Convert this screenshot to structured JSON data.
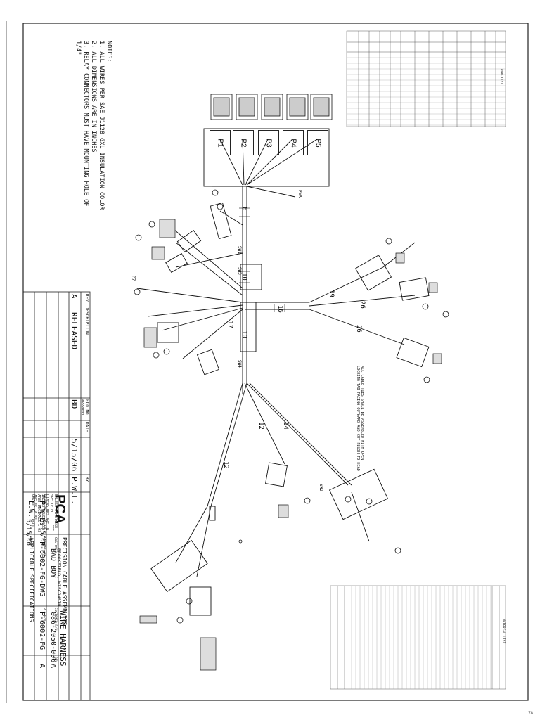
{
  "notes": {
    "heading": "NOTES:",
    "lines": [
      "1. ALL WIRES PER SAE J1128 GXL INSULATION COLOR",
      "2. ALL DIMENSIONS ARE IN INCHES",
      "3. RELAY CONNECTORS MUST HAVE MOUNTING HOLE OF",
      "1/4\""
    ]
  },
  "connectors": [
    "P1",
    "P2",
    "P3",
    "P4",
    "P5"
  ],
  "bundle_lengths": [
    "6",
    "10",
    "16",
    "19",
    "26",
    "26",
    "10",
    "17",
    "12",
    "24",
    "12"
  ],
  "branch_labels": [
    "SW1",
    "SW3",
    "SW4",
    "SW2",
    "P6A",
    "P7"
  ],
  "assembly_note": "ALL CABLE TIES SHALL BE ASSEMBLED WITH OPEN LOCKING TAB FACING OUTWARD AND CUT FLUSH TO HEAD",
  "revision_block": {
    "header": "REV. DESCRIPTION",
    "rev": "A",
    "description": "RELEASED",
    "eco_header": "ECO NO.",
    "approved_header": "APPROVED",
    "date_header": "DATE",
    "by_header": "BY",
    "eco": "BD",
    "date": "5/15/06",
    "by": "P.W.L."
  },
  "title_block": {
    "company_logo": "PCA",
    "company_suffix": "LLC",
    "company_name": "PRECISION CABLE ASSEMBLIES",
    "company_location": "BROOKFIELD, WISCONSIN",
    "tolerance_note": "UNLESS OTHERWISE SPECIFIED DIMENSIONS ARE IN INCHES TOLERANCES ARE: DECIMALS ±.03 ANGLES ±0.5°",
    "title": "WIRE HARNESS",
    "customer_label": "CUSTOMER",
    "customer": "BAD BOY",
    "customer_pn_label": "CUSTOMER P/N",
    "customer_pn": "086-2050-006",
    "pca_dwg_label": "PCA DWG NO.",
    "pca_dwg": "P-6002-FG-DWG",
    "pca_pn_label": "PCA P/N",
    "pca_pn": "P-6002-FG",
    "rev_label": "REV",
    "rev": "A",
    "drawn_by_label": "DRAWN BY",
    "drawn_by": "P.W.L.",
    "drawn_date": "5/15/06",
    "chk_by_label": "CHK BY",
    "chk_by": "L.W.",
    "chk_date": "5/15/06",
    "date_label": "DATE",
    "spec": "APPLICABLE SPECIFICATIONS"
  },
  "wire_list": {
    "title": "WIRE LIST"
  },
  "material_list": {
    "title": "MATERIAL LIST"
  },
  "page_number": "78"
}
